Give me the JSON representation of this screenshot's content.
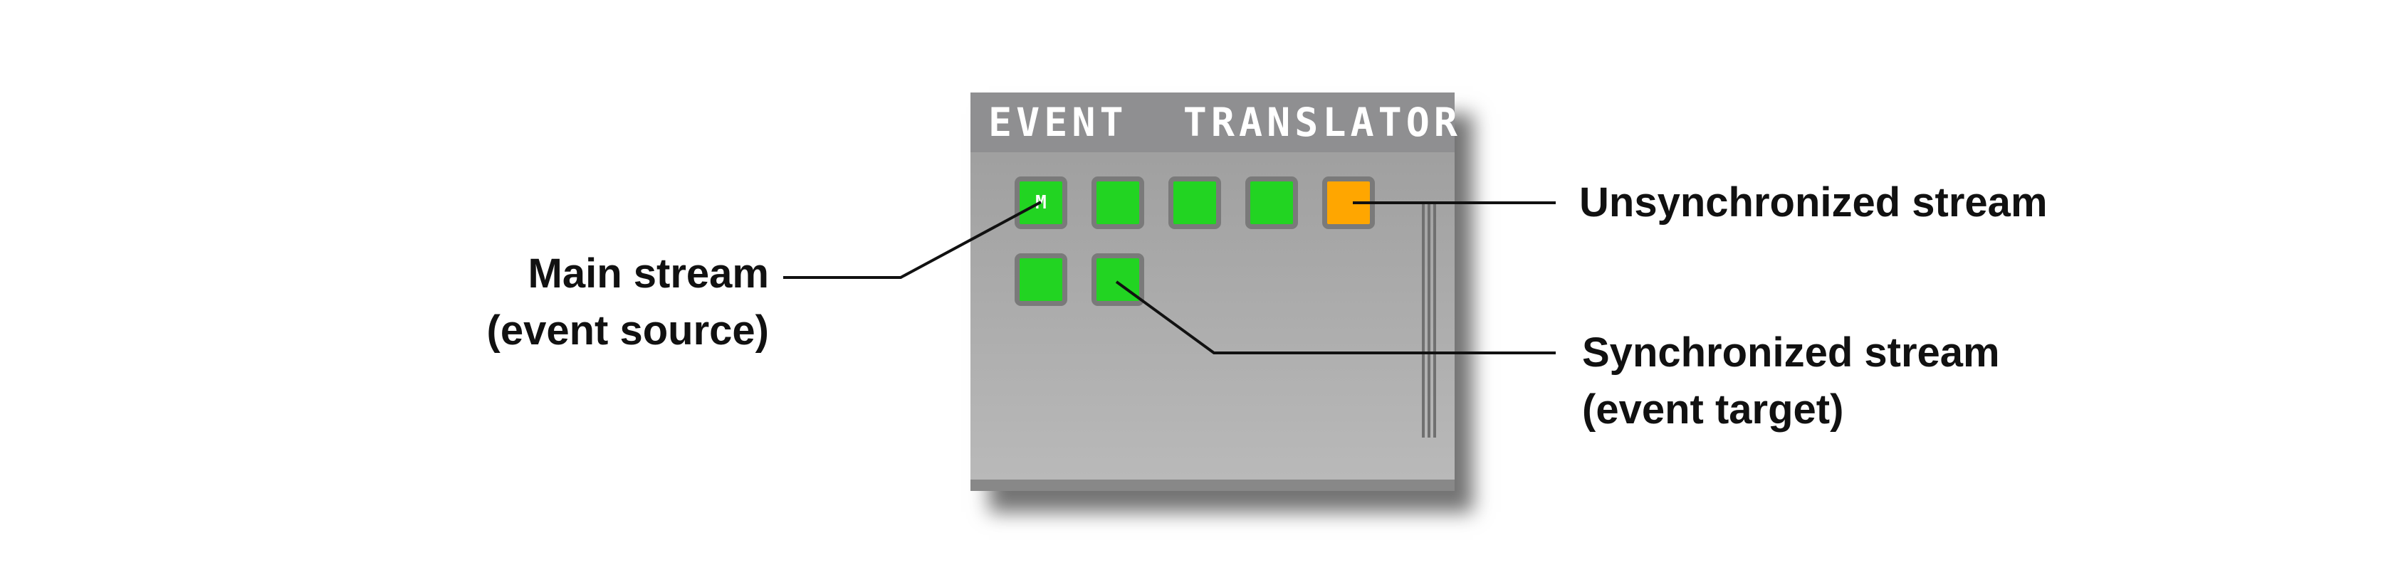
{
  "panel": {
    "title": "EVENT  TRANSLATOR",
    "streams_row1": [
      {
        "label": "M",
        "state": "main",
        "color": "#22d422"
      },
      {
        "label": "",
        "state": "synchronized",
        "color": "#22d422"
      },
      {
        "label": "",
        "state": "synchronized",
        "color": "#22d422"
      },
      {
        "label": "",
        "state": "synchronized",
        "color": "#22d422"
      },
      {
        "label": "",
        "state": "unsynchronized",
        "color": "#ffa600"
      }
    ],
    "streams_row2": [
      {
        "label": "",
        "state": "synchronized",
        "color": "#22d422"
      },
      {
        "label": "",
        "state": "synchronized",
        "color": "#22d422"
      }
    ]
  },
  "annotations": {
    "main_stream": {
      "line1": "Main stream",
      "line2": "(event source)"
    },
    "unsync_stream": {
      "line1": "Unsynchronized stream"
    },
    "sync_stream": {
      "line1": "Synchronized stream",
      "line2": "(event target)"
    }
  }
}
